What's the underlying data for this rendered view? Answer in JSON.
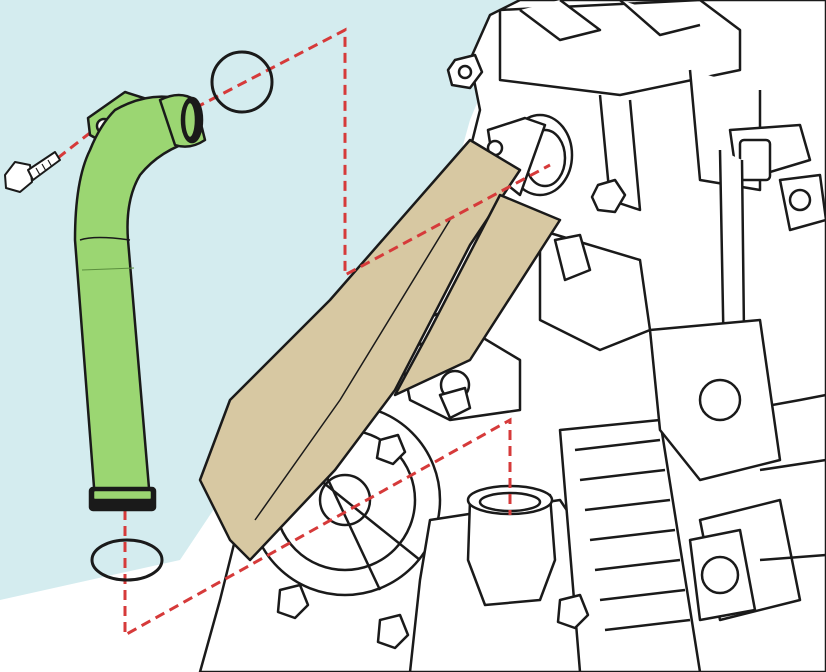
{
  "diagram": {
    "parts": [
      {
        "id": "coolant-hose",
        "color": "#9bd672"
      },
      {
        "id": "drive-belt",
        "color": "#d7c8a2"
      },
      {
        "id": "o-ring-upper"
      },
      {
        "id": "o-ring-lower"
      },
      {
        "id": "hose-bolt"
      },
      {
        "id": "thermostat-housing-outlet"
      },
      {
        "id": "water-pump-inlet"
      }
    ],
    "colors": {
      "background": "#d4ecef",
      "leader_lines": "#d63a3a",
      "outline": "#1a1a1a",
      "engine_fill": "#ffffff"
    },
    "labels": []
  }
}
